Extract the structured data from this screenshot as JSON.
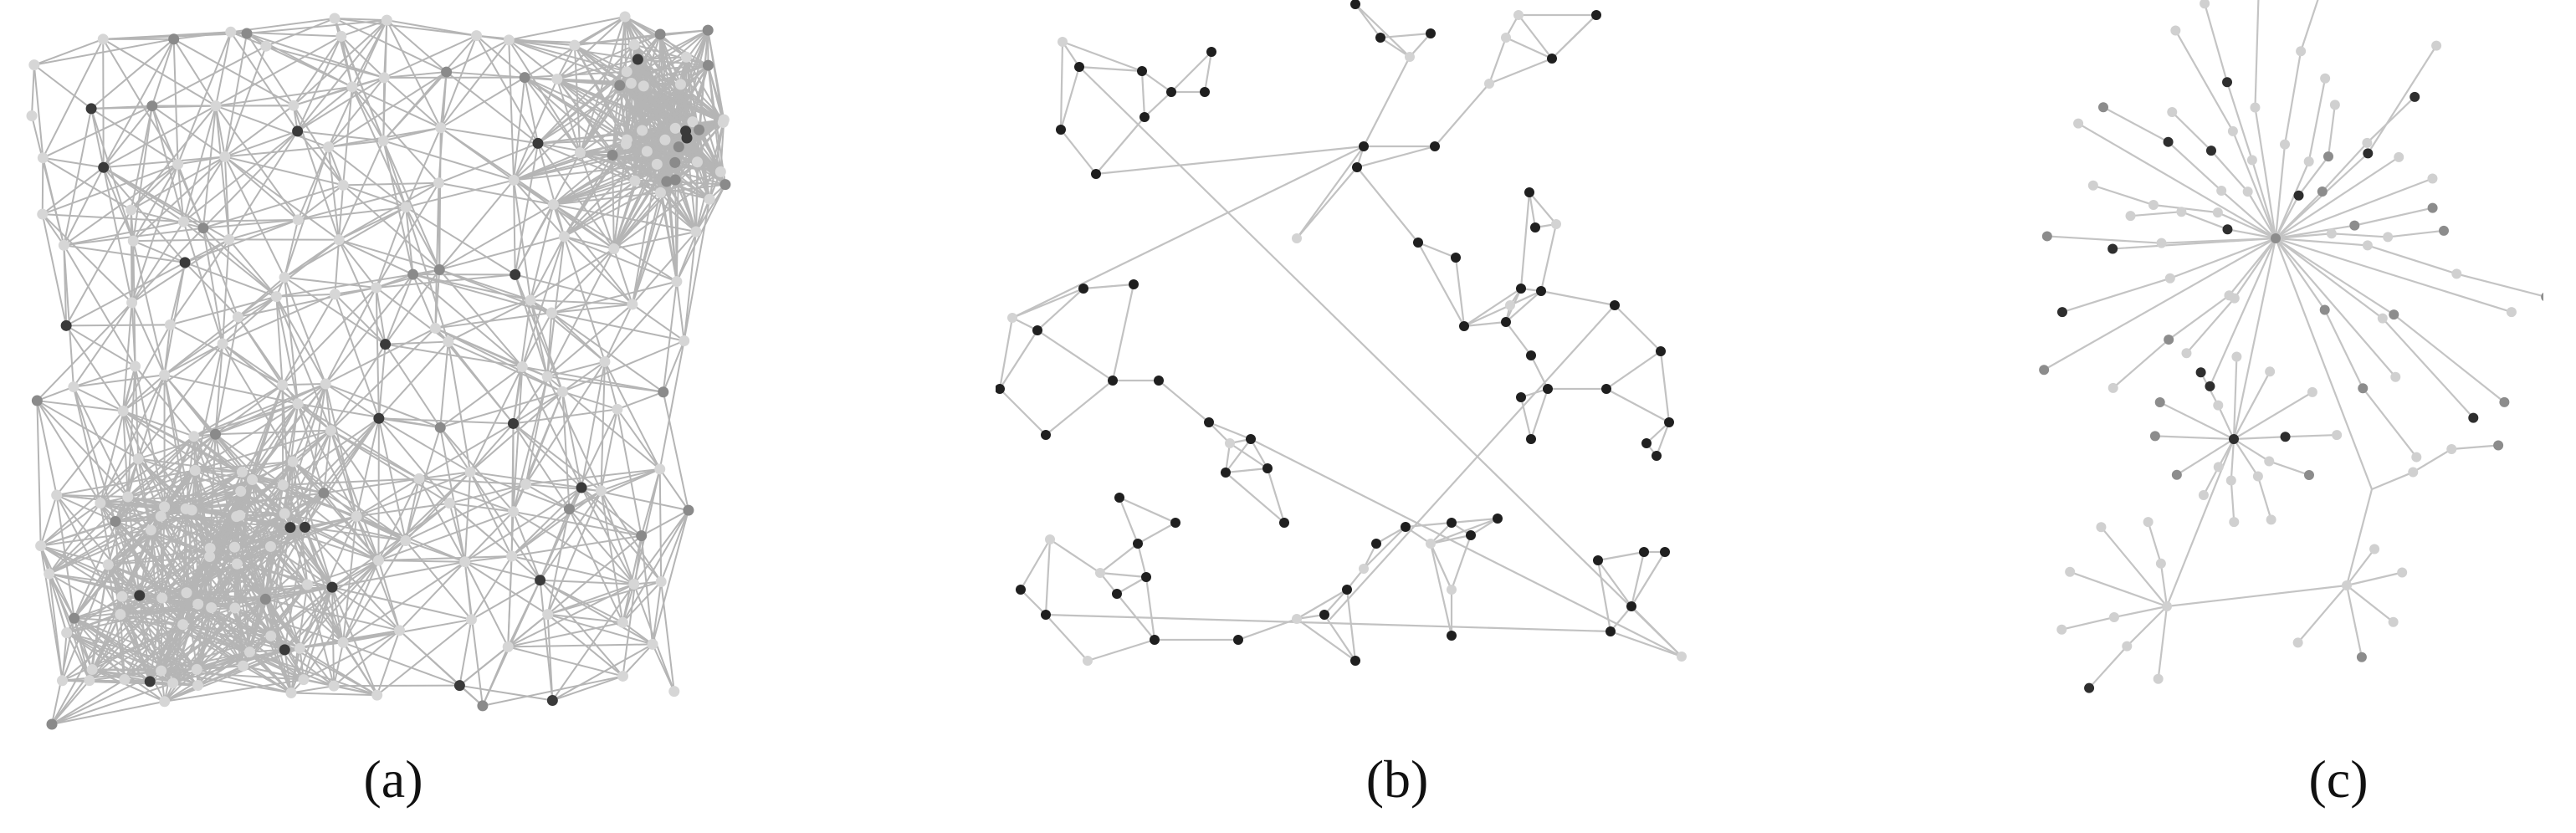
{
  "panels": [
    {
      "id": "a",
      "caption": "(a)",
      "edge_color": "#b5b5b5",
      "node_color_light": "#d6d6d6",
      "node_color_mid": "#8a8a8a",
      "node_color_dark": "#3a3a3a"
    },
    {
      "id": "b",
      "caption": "(b)",
      "edge_color": "#c2c2c2",
      "node_color_light": "#d3d3d3",
      "node_color_dark": "#1f1f1f"
    },
    {
      "id": "c",
      "caption": "(c)",
      "edge_color": "#c4c4c4",
      "node_color_light": "#d0d0d0",
      "node_color_mid": "#8c8c8c",
      "node_color_dark": "#2e2e2e"
    }
  ]
}
